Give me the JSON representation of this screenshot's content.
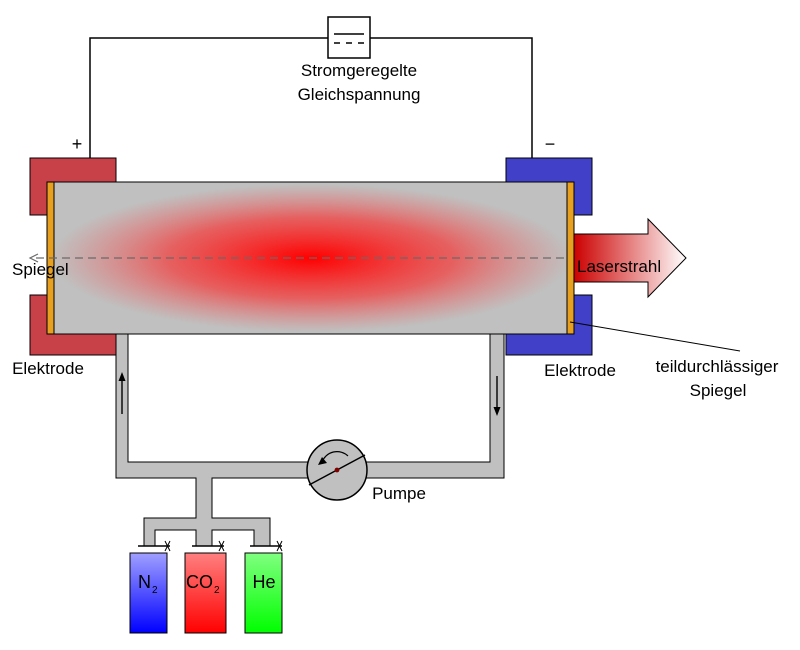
{
  "power_supply": {
    "icon": "dc-source-icon",
    "label_line1": "Stromgeregelte",
    "label_line2": "Gleichspannung",
    "plus": "+",
    "minus": "−"
  },
  "labels": {
    "mirror_left": "Spiegel",
    "laser_beam": "Laserstrahl",
    "electrode_left": "Elektrode",
    "electrode_right": "Elektrode",
    "partial_mirror_line1": "teildurchlässiger",
    "partial_mirror_line2": "Spiegel",
    "pump": "Pumpe"
  },
  "gases": [
    {
      "symbol": "N",
      "subscript": "2",
      "color": "#2020ff"
    },
    {
      "symbol": "CO",
      "subscript": "2",
      "color": "#ff2020"
    },
    {
      "symbol": "He",
      "subscript": "",
      "color": "#20ff20"
    }
  ],
  "colors": {
    "electrode_anode": "#c84048",
    "electrode_cathode": "#4040c8",
    "tube": "#c0c0c0",
    "mirror": "#e8a020",
    "plasma": "#ff0000"
  }
}
